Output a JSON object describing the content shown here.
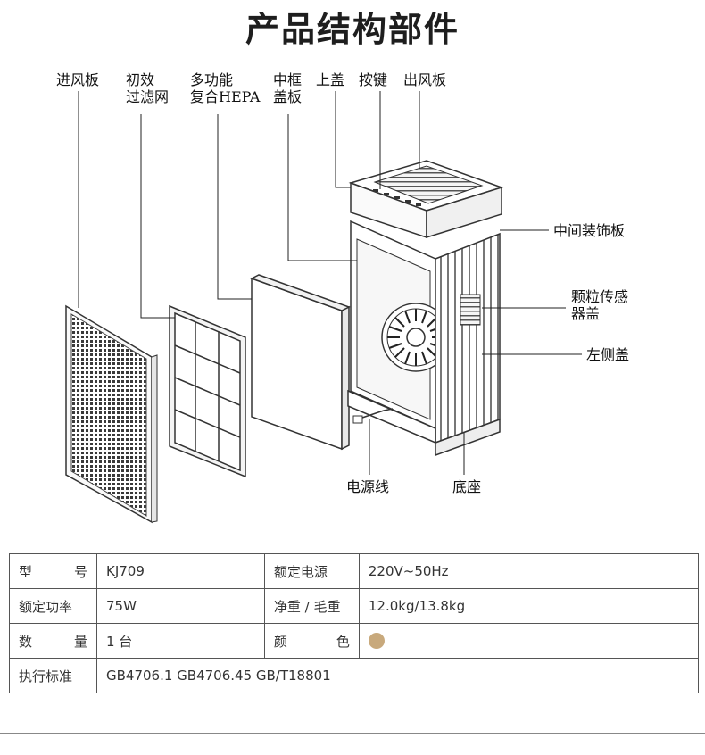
{
  "title": "产品结构部件",
  "labels": {
    "intake_panel": "进风板",
    "pre_filter": "初效\n过滤网",
    "hepa": "多功能\n复合HEPA",
    "middle_frame_cover": "中框\n盖板",
    "top_cover": "上盖",
    "buttons": "按键",
    "outlet_panel": "出风板",
    "middle_trim": "中间装饰板",
    "sensor_cover": "颗粒传感\n器盖",
    "left_cover": "左侧盖",
    "power_cord": "电源线",
    "base": "底座"
  },
  "specs": {
    "model_label": "型 号",
    "model": "KJ709",
    "voltage_label": "额定电源",
    "voltage": "220V~50Hz",
    "power_label": "额定功率",
    "power": "75W",
    "weight_label": "净重 / 毛重",
    "weight": "12.0kg/13.8kg",
    "qty_label": "数 量",
    "qty": "1 台",
    "color_label": "颜 色",
    "color_hex": "#c8a97c",
    "standard_label": "执行标准",
    "standard": "GB4706.1 GB4706.45 GB/T18801"
  }
}
